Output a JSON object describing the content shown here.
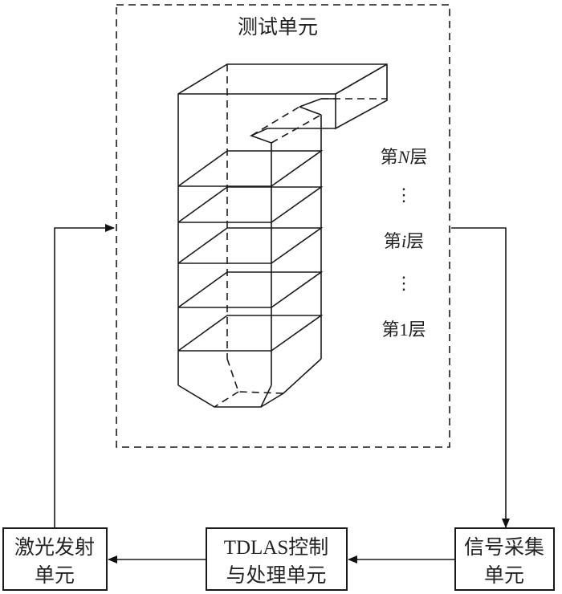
{
  "test_unit": {
    "title": "测试单元",
    "layers": {
      "top": {
        "prefix": "第",
        "var": "N",
        "suffix": "层"
      },
      "dots1": "⋮",
      "middle": {
        "prefix": "第",
        "var": "i",
        "suffix": "层"
      },
      "dots2": "⋮",
      "bottom": {
        "prefix": "第",
        "var": "1",
        "suffix": "层"
      }
    }
  },
  "blocks": {
    "laser": {
      "line1": "激光发射",
      "line2": "单元"
    },
    "control": {
      "line1": "TDLAS控制",
      "line2": "与处理单元"
    },
    "signal": {
      "line1": "信号采集",
      "line2": "单元"
    }
  }
}
